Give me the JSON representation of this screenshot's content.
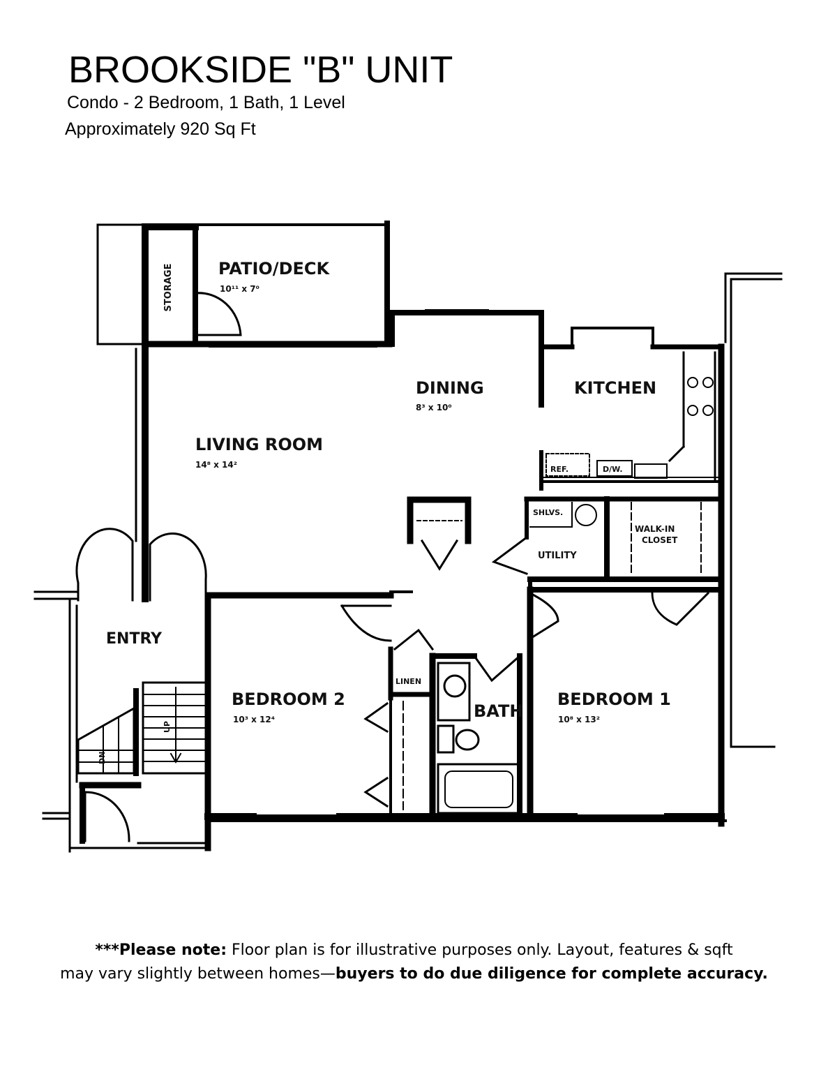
{
  "header": {
    "title": "BROOKSIDE \"B\" UNIT",
    "subtitle": "Condo - 2 Bedroom, 1 Bath, 1 Level",
    "area": "Approximately 920 Sq Ft"
  },
  "rooms": {
    "patio": {
      "name": "PATIO/DECK",
      "size": "10¹¹ x 7⁰"
    },
    "storage": {
      "name": "STORAGE"
    },
    "dining": {
      "name": "DINING",
      "size": "8³ x 10⁰"
    },
    "kitchen": {
      "name": "KITCHEN"
    },
    "living": {
      "name": "LIVING ROOM",
      "size": "14⁸ x 14²"
    },
    "ref": {
      "name": "REF."
    },
    "dw": {
      "name": "D/W."
    },
    "shelves": {
      "name": "SHLVS."
    },
    "utility": {
      "name": "UTILITY"
    },
    "closet": {
      "name_line1": "WALK-IN",
      "name_line2": "CLOSET"
    },
    "entry": {
      "name": "ENTRY"
    },
    "bedroom2": {
      "name": "BEDROOM 2",
      "size": "10³ x 12⁴"
    },
    "linen": {
      "name": "LINEN"
    },
    "bath": {
      "name": "BATH"
    },
    "bedroom1": {
      "name": "BEDROOM 1",
      "size": "10⁸ x 13²"
    },
    "stairs_up": {
      "label": "UP"
    },
    "stairs_dn": {
      "label": "DN"
    }
  },
  "note": {
    "prefix": "***Please note:",
    "line1_rest": " Floor plan is for illustrative purposes only. Layout, features & sqft",
    "line2_plain": "may vary slightly between homes—",
    "line2_bold": "buyers to do due diligence for complete accuracy."
  }
}
